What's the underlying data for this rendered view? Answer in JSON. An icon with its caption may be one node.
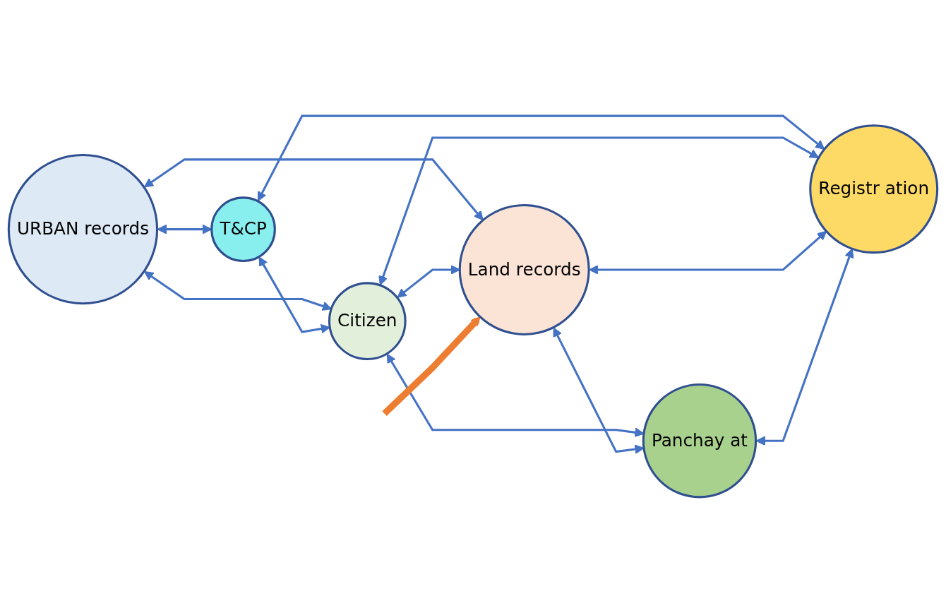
{
  "diagram": {
    "nodes": [
      {
        "text": [
          "URBAN records"
        ]
      },
      {
        "text": [
          "T&CP"
        ]
      },
      {
        "text": [
          "Citizen"
        ]
      },
      {
        "text": [
          "Land records"
        ]
      },
      {
        "text": [
          "Registr ation"
        ]
      },
      {
        "text": [
          "Panchay at"
        ]
      }
    ],
    "edges": [
      {
        "from": 0,
        "to": 1,
        "arrow": "both"
      },
      {
        "from": 0,
        "to": 2,
        "arrow": "both"
      },
      {
        "from": 0,
        "to": 3,
        "arrow": "both"
      },
      {
        "from": 1,
        "to": 2,
        "arrow": "both"
      },
      {
        "from": 1,
        "to": 4,
        "arrow": "both"
      },
      {
        "from": 2,
        "to": 3,
        "arrow": "both"
      },
      {
        "from": 2,
        "to": 4,
        "arrow": "both"
      },
      {
        "from": 2,
        "to": 5,
        "arrow": "both"
      },
      {
        "from": 3,
        "to": 4,
        "arrow": "both"
      },
      {
        "from": 3,
        "to": 5,
        "arrow": "both"
      },
      {
        "from": 5,
        "to": 4,
        "arrow": "both"
      },
      {
        "from": null,
        "to": 3,
        "arrow": "to",
        "style": "thick",
        "color": "#ed7d31"
      }
    ]
  }
}
